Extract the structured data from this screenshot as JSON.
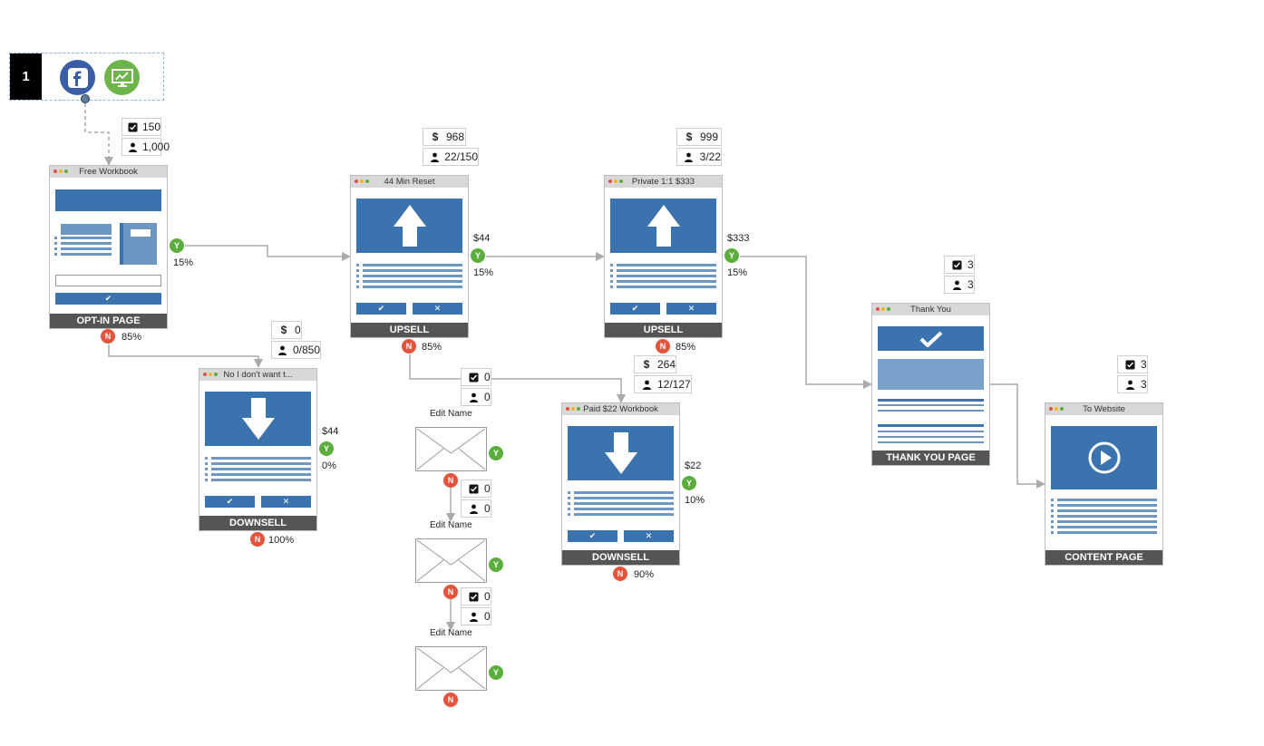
{
  "source": {
    "number": "1",
    "icons": [
      "facebook-icon",
      "monitor-chart-icon"
    ]
  },
  "colors": {
    "accent_blue": "#3a73ad",
    "light_blue": "#6e96c3",
    "yes_green": "#5aae3c",
    "no_red": "#e5533d",
    "footer_gray": "#555555",
    "link_gray": "#aaaaaa"
  },
  "pages": {
    "optin": {
      "title": "Free Workbook",
      "footer": "OPT-IN PAGE",
      "stats": {
        "checks": "150",
        "people": "1,000"
      },
      "yes": {
        "letter": "Y",
        "percent": "15%"
      },
      "no": {
        "letter": "N",
        "percent": "85%"
      }
    },
    "downsell1": {
      "title": "No I don't want t...",
      "footer": "DOWNSELL",
      "stats": {
        "revenue": "0",
        "people": "0/850"
      },
      "yes": {
        "letter": "Y",
        "price": "$44",
        "percent": "0%"
      },
      "no": {
        "letter": "N",
        "percent": "100%"
      }
    },
    "upsell1": {
      "title": "44 Min Reset",
      "footer": "UPSELL",
      "stats": {
        "revenue": "968",
        "people": "22/150"
      },
      "yes": {
        "letter": "Y",
        "price": "$44",
        "percent": "15%"
      },
      "no": {
        "letter": "N",
        "percent": "85%"
      }
    },
    "upsell2": {
      "title": "Private 1:1 $333",
      "footer": "UPSELL",
      "stats": {
        "revenue": "999",
        "people": "3/22"
      },
      "yes": {
        "letter": "Y",
        "price": "$333",
        "percent": "15%"
      },
      "no": {
        "letter": "N",
        "percent": "85%"
      }
    },
    "downsell2": {
      "title": "Paid $22 Workbook",
      "footer": "DOWNSELL",
      "stats": {
        "revenue": "264",
        "people": "12/127"
      },
      "yes": {
        "letter": "Y",
        "price": "$22",
        "percent": "10%"
      },
      "no": {
        "letter": "N",
        "percent": "90%"
      }
    },
    "thankyou": {
      "title": "Thank You",
      "footer": "THANK YOU PAGE",
      "stats": {
        "checks": "3",
        "people": "3"
      }
    },
    "content": {
      "title": "To Website",
      "footer": "CONTENT PAGE",
      "stats": {
        "checks": "3",
        "people": "3"
      }
    }
  },
  "emails": [
    {
      "name": "Edit Name",
      "checks": "0",
      "people": "0",
      "yes": "Y",
      "no": "N"
    },
    {
      "name": "Edit Name",
      "checks": "0",
      "people": "0",
      "yes": "Y",
      "no": "N"
    },
    {
      "name": "Edit Name",
      "checks": "0",
      "people": "0",
      "yes": "Y",
      "no": "N"
    }
  ],
  "symbols": {
    "dollar": "$",
    "check": "✔",
    "cross": "✕"
  }
}
